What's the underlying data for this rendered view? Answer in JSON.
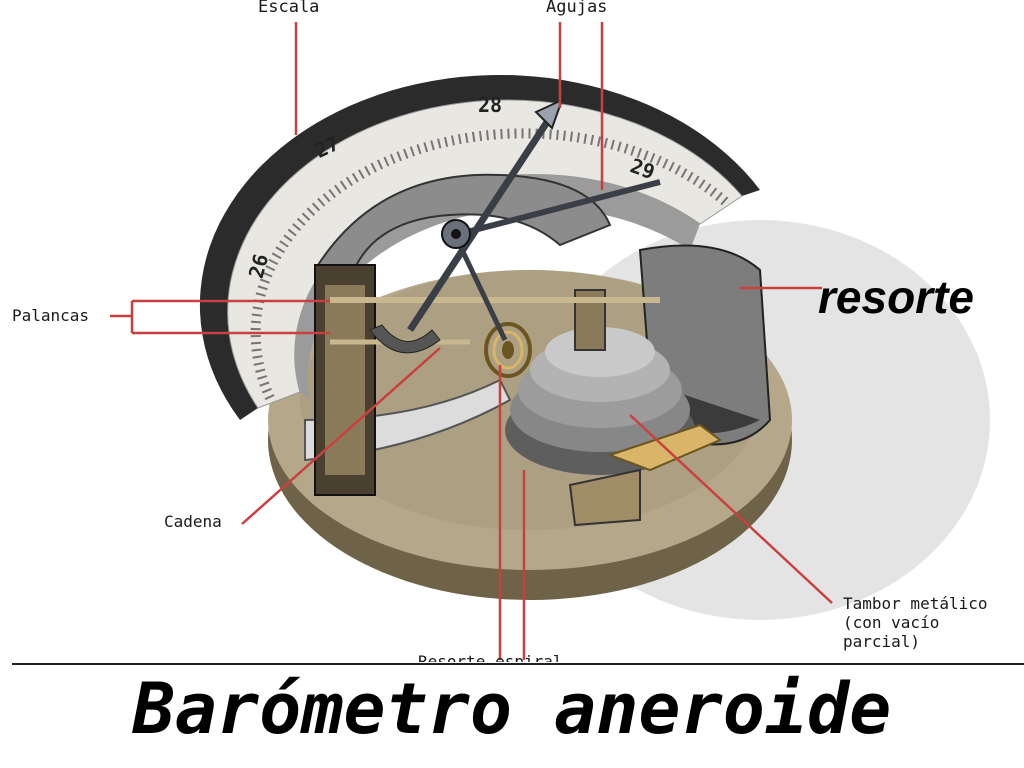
{
  "title": "Barómetro aneroide",
  "labels": {
    "escala": "Escala",
    "agujas": "Agujas",
    "palancas": "Palancas",
    "cadena": "Cadena",
    "tambor": "Tambor metálico\n(con vacío\nparcial)",
    "resorte": "resorte",
    "cut_off": "Resorte espiral"
  },
  "scale_numbers": [
    "26",
    "27",
    "28",
    "29"
  ],
  "colors": {
    "leader_line": "#c8413f",
    "base_disc": "#b4a78a",
    "base_dark": "#6e6248",
    "dial_face": "#e9e7e1",
    "dial_rim": "#2b2b2b",
    "drum": "#8a8a8a",
    "gold": "#d9b56a",
    "pointer": "#3a3f47"
  }
}
